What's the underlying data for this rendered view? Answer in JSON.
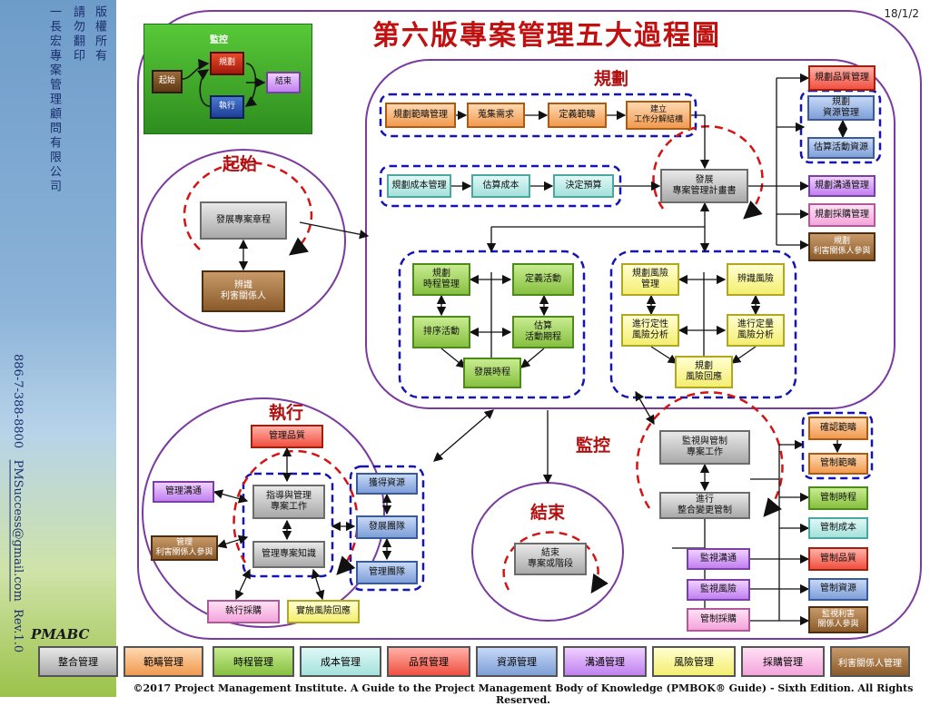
{
  "date": "18/1/2",
  "title": "第六版專案管理五大過程圖",
  "sidebar": {
    "col1": "版權所有",
    "col2": "請勿翻印",
    "col3": "一長宏專案管理顧問有限公司",
    "phone": "886-7-388-8800",
    "email": "PMSuccess@gmail.com",
    "rev": "Rev.1.0",
    "logo": "PMABC"
  },
  "mini": {
    "title": "監控",
    "start": "起始",
    "plan": "規劃",
    "exec": "執行",
    "close": "結束"
  },
  "sections": {
    "planning": "規劃",
    "initiating": "起始",
    "executing": "執行",
    "monitoring": "監控",
    "closing": "結束"
  },
  "init_boxes": {
    "charter": "發展專案章程",
    "stakeholders": "辨識\n利害關係人"
  },
  "plan_boxes": {
    "scope_plan": "規劃範疇管理",
    "collect_req": "蒐集需求",
    "define_scope": "定義範疇",
    "wbs": "建立\n工作分解結構",
    "cost_plan": "規劃成本管理",
    "estimate_cost": "估算成本",
    "budget": "決定預算",
    "pm_plan": "發展\n專案管理計畫書",
    "sched_plan": "規劃\n時程管理",
    "define_act": "定義活動",
    "sequence": "排序活動",
    "duration": "估算\n活動期程",
    "develop_sched": "發展時程",
    "risk_plan": "規劃風險\n管理",
    "identify_risk": "辨識風險",
    "qual_risk": "進行定性\n風險分析",
    "quant_risk": "進行定量\n風險分析",
    "risk_resp": "規劃\n風險回應",
    "quality_plan": "規劃品質管理",
    "resource_plan": "規劃\n資源管理",
    "estimate_res": "估算活動資源",
    "comm_plan": "規劃溝通管理",
    "procure_plan": "規劃採購管理",
    "stake_plan": "規劃\n利害關係人參與"
  },
  "exec_boxes": {
    "quality": "管理品質",
    "direct": "指導與管理\n專案工作",
    "knowledge": "管理專案知識",
    "comm": "管理溝通",
    "stake": "管理\n利害關係人參與",
    "acquire": "獲得資源",
    "develop_team": "發展團隊",
    "manage_team": "管理團隊",
    "procure": "執行採購",
    "risk_resp": "實施風險回應"
  },
  "close_box": "結束\n專案或階段",
  "mc_boxes": {
    "monitor_work": "監視與管制\n專案工作",
    "change": "進行\n整合變更管制",
    "validate_scope": "確認範疇",
    "control_scope": "管制範疇",
    "control_sched": "管制時程",
    "control_cost": "管制成本",
    "control_quality": "管制品質",
    "control_res": "管制資源",
    "monitor_stake": "監視利害\n關係人參與",
    "monitor_comm": "監視溝通",
    "monitor_risk": "監視風險",
    "control_procure": "管制採購"
  },
  "legend": [
    "整合管理",
    "範疇管理",
    "時程管理",
    "成本管理",
    "品質管理",
    "資源管理",
    "溝通管理",
    "風險管理",
    "採購管理",
    "利害關係人管理"
  ],
  "colors": {
    "title": "#c01010",
    "outline": "#7a3aa0",
    "dashed_group": "#1414b4",
    "dashed_cycle": "#d41414"
  },
  "footer": "©2017 Project Management Institute. A Guide to the Project Management Body of Knowledge (PMBOK® Guide) - Sixth Edition. All Rights Reserved."
}
